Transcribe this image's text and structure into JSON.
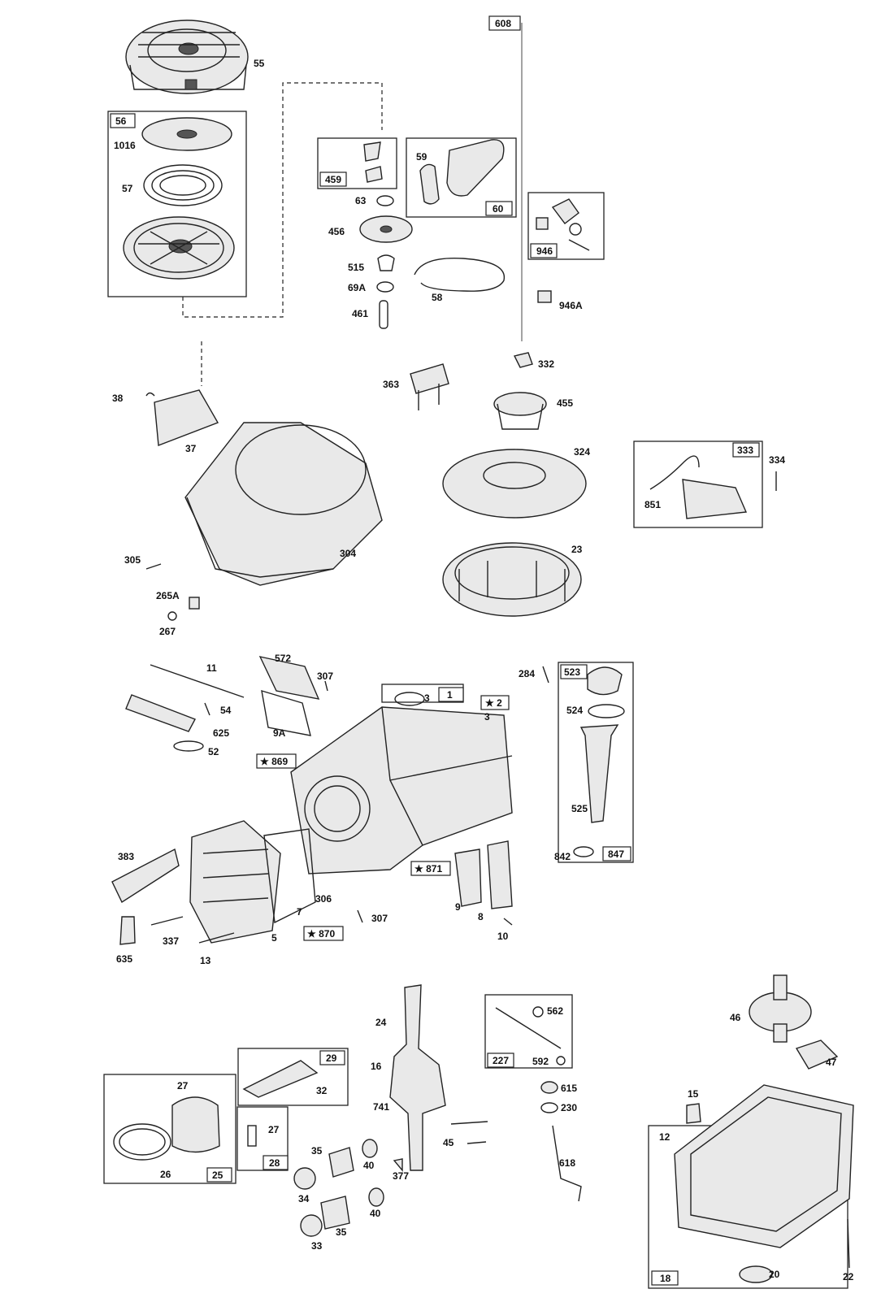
{
  "parts": {
    "p55": "55",
    "p56": "56",
    "p1016": "1016",
    "p57": "57",
    "p608": "608",
    "p459": "459",
    "p63": "63",
    "p456": "456",
    "p515": "515",
    "p69A": "69A",
    "p461": "461",
    "p58": "58",
    "p59": "59",
    "p60": "60",
    "p946": "946",
    "p946A": "946A",
    "p332": "332",
    "p455": "455",
    "p363": "363",
    "p38": "38",
    "p37": "37",
    "p324": "324",
    "p333": "333",
    "p334": "334",
    "p851": "851",
    "p23": "23",
    "p304": "304",
    "p305": "305",
    "p265A": "265A",
    "p267": "267",
    "p11": "11",
    "p572": "572",
    "p307a": "307",
    "p284": "284",
    "p523": "523",
    "p3a": "3",
    "p1": "1",
    "p2": "★ 2",
    "p3b": "3",
    "p524": "524",
    "p54": "54",
    "p625": "625",
    "p52": "52",
    "p9A": "9A",
    "p869": "★ 869",
    "p525": "525",
    "p842": "842",
    "p847": "847",
    "p383": "383",
    "p871": "★ 871",
    "p7": "7",
    "p306": "306",
    "p9": "9",
    "p8": "8",
    "p10": "10",
    "p307b": "307",
    "p870": "★ 870",
    "p5": "5",
    "p337": "337",
    "p13": "13",
    "p635": "635",
    "p24": "24",
    "p562": "562",
    "p227": "227",
    "p592": "592",
    "p46": "46",
    "p47": "47",
    "p29": "29",
    "p32": "32",
    "p16": "16",
    "p27a": "27",
    "p615": "615",
    "p230": "230",
    "p15": "15",
    "p12": "12",
    "p741": "741",
    "p27b": "27",
    "p28": "28",
    "p35a": "35",
    "p40a": "40",
    "p45": "45",
    "p26": "26",
    "p25": "25",
    "p34": "34",
    "p377": "377",
    "p618": "618",
    "p40b": "40",
    "p35b": "35",
    "p33": "33",
    "p18": "18",
    "p20": "20",
    "p22": "22"
  },
  "colors": {
    "ink": "#222222",
    "paper": "#ffffff",
    "shade": "#e9e9e9"
  },
  "icons": {
    "star": "★"
  }
}
